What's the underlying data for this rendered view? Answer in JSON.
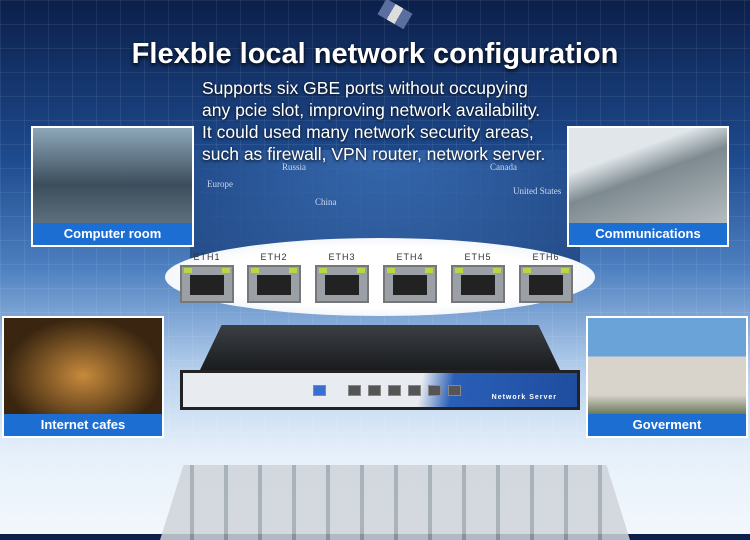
{
  "title": "Flexble local network configuration",
  "description": [
    "Supports six GBE ports without occupying",
    "any pcie slot, improving network availability.",
    "It could used many network security areas,",
    "such as firewall, VPN router, network server."
  ],
  "map_labels": [
    "Russia",
    "Europe",
    "China",
    "Canada",
    "United States"
  ],
  "cards": [
    "Computer room",
    "Communications",
    "Internet cafes",
    "Goverment"
  ],
  "ports": [
    "ETH1",
    "ETH2",
    "ETH3",
    "ETH4",
    "ETH5",
    "ETH6"
  ],
  "device_label": "Network Server",
  "colors": {
    "caption_bg": "#1d6ed3",
    "title": "#ffffff"
  }
}
